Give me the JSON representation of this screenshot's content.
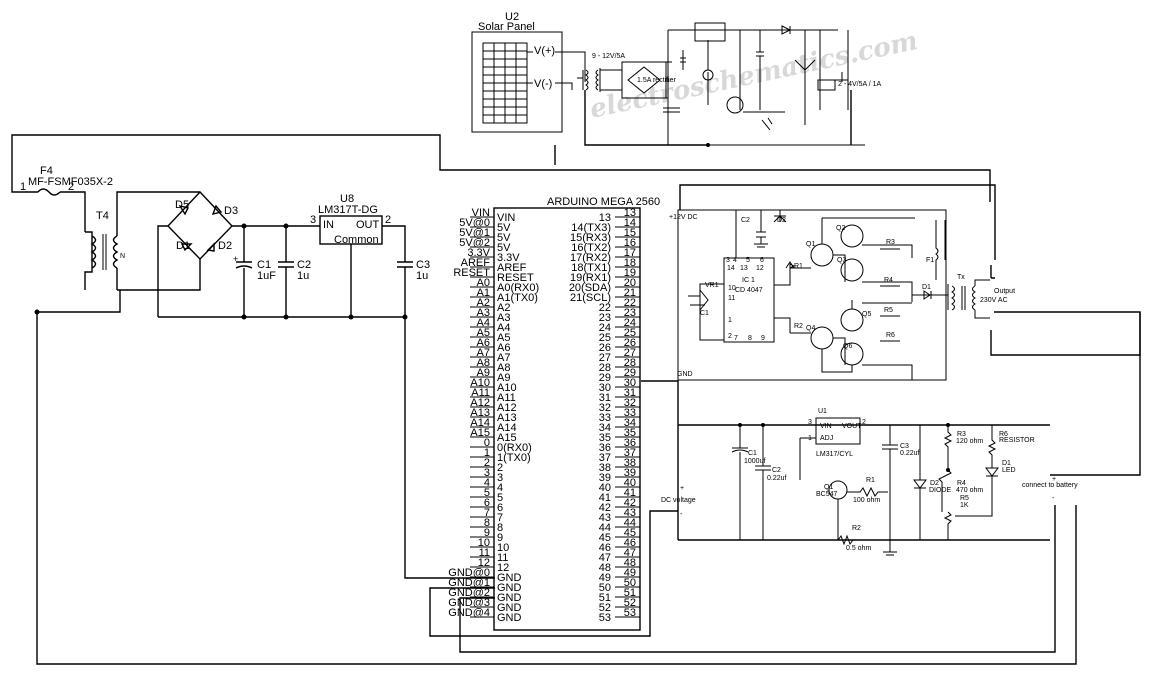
{
  "solar_panel": {
    "ref": "U2",
    "name": "Solar Panel",
    "vplus": "V(+)",
    "vminus": "V(-)"
  },
  "fuse_f4": {
    "ref": "F4",
    "part": "MF-FSMF035X-2",
    "pin1": "1",
    "pin2": "2"
  },
  "transformer_t4": {
    "ref": "T4"
  },
  "bridge": {
    "d5": "D5",
    "d3": "D3",
    "d1": "D1",
    "d2": "D2"
  },
  "regulator_u8": {
    "ref": "U8",
    "part": "LM317T-DG",
    "in": "IN",
    "out": "OUT",
    "common": "Common",
    "pin3": "3",
    "pin2": "2"
  },
  "caps_left": {
    "c1": "C1",
    "c1_val": "1uF",
    "c2": "C2",
    "c2_val": "1u",
    "c3": "C3",
    "c3_val": "1u"
  },
  "arduino": {
    "title": "ARDUINO MEGA 2560",
    "left_pins": [
      {
        "num": "VIN",
        "name": "VIN"
      },
      {
        "num": "5V@0",
        "name": "5V"
      },
      {
        "num": "5V@1",
        "name": "5V"
      },
      {
        "num": "5V@2",
        "name": "5V"
      },
      {
        "num": "3.3V",
        "name": "3.3V"
      },
      {
        "num": "AREF",
        "name": "AREF"
      },
      {
        "num": "RESET",
        "name": "RESET"
      },
      {
        "num": "A0",
        "name": "A0(RX0)"
      },
      {
        "num": "A1",
        "name": "A1(TX0)"
      },
      {
        "num": "A2",
        "name": "A2"
      },
      {
        "num": "A3",
        "name": "A3"
      },
      {
        "num": "A4",
        "name": "A4"
      },
      {
        "num": "A5",
        "name": "A5"
      },
      {
        "num": "A6",
        "name": "A6"
      },
      {
        "num": "A7",
        "name": "A7"
      },
      {
        "num": "A8",
        "name": "A8"
      },
      {
        "num": "A9",
        "name": "A9"
      },
      {
        "num": "A10",
        "name": "A10"
      },
      {
        "num": "A11",
        "name": "A11"
      },
      {
        "num": "A12",
        "name": "A12"
      },
      {
        "num": "A13",
        "name": "A13"
      },
      {
        "num": "A14",
        "name": "A14"
      },
      {
        "num": "A15",
        "name": "A15"
      },
      {
        "num": "0",
        "name": "0(RX0)"
      },
      {
        "num": "1",
        "name": "1(TX0)"
      },
      {
        "num": "2",
        "name": "2"
      },
      {
        "num": "3",
        "name": "3"
      },
      {
        "num": "4",
        "name": "4"
      },
      {
        "num": "5",
        "name": "5"
      },
      {
        "num": "6",
        "name": "6"
      },
      {
        "num": "7",
        "name": "7"
      },
      {
        "num": "8",
        "name": "8"
      },
      {
        "num": "9",
        "name": "9"
      },
      {
        "num": "10",
        "name": "10"
      },
      {
        "num": "11",
        "name": "11"
      },
      {
        "num": "12",
        "name": "12"
      },
      {
        "num": "GND@0",
        "name": "GND"
      },
      {
        "num": "GND@1",
        "name": "GND"
      },
      {
        "num": "GND@2",
        "name": "GND"
      },
      {
        "num": "GND@3",
        "name": "GND"
      },
      {
        "num": "GND@4",
        "name": "GND"
      }
    ],
    "right_pins": [
      {
        "num": "13",
        "name": "13"
      },
      {
        "num": "14",
        "name": "14(TX3)"
      },
      {
        "num": "15",
        "name": "15(RX3)"
      },
      {
        "num": "16",
        "name": "16(TX2)"
      },
      {
        "num": "17",
        "name": "17(RX2)"
      },
      {
        "num": "18",
        "name": "18(TX1)"
      },
      {
        "num": "19",
        "name": "19(RX1)"
      },
      {
        "num": "20",
        "name": "20(SDA)"
      },
      {
        "num": "21",
        "name": "21(SCL)"
      },
      {
        "num": "22",
        "name": "22"
      },
      {
        "num": "23",
        "name": "23"
      },
      {
        "num": "24",
        "name": "24"
      },
      {
        "num": "25",
        "name": "25"
      },
      {
        "num": "26",
        "name": "26"
      },
      {
        "num": "27",
        "name": "27"
      },
      {
        "num": "28",
        "name": "28"
      },
      {
        "num": "29",
        "name": "29"
      },
      {
        "num": "30",
        "name": "30"
      },
      {
        "num": "31",
        "name": "31"
      },
      {
        "num": "32",
        "name": "32"
      },
      {
        "num": "33",
        "name": "33"
      },
      {
        "num": "34",
        "name": "34"
      },
      {
        "num": "35",
        "name": "35"
      },
      {
        "num": "36",
        "name": "36"
      },
      {
        "num": "37",
        "name": "37"
      },
      {
        "num": "38",
        "name": "38"
      },
      {
        "num": "39",
        "name": "39"
      },
      {
        "num": "40",
        "name": "40"
      },
      {
        "num": "41",
        "name": "41"
      },
      {
        "num": "42",
        "name": "42"
      },
      {
        "num": "43",
        "name": "43"
      },
      {
        "num": "44",
        "name": "44"
      },
      {
        "num": "45",
        "name": "45"
      },
      {
        "num": "46",
        "name": "46"
      },
      {
        "num": "47",
        "name": "47"
      },
      {
        "num": "48",
        "name": "48"
      },
      {
        "num": "49",
        "name": "49"
      },
      {
        "num": "50",
        "name": "50"
      },
      {
        "num": "51",
        "name": "51"
      },
      {
        "num": "52",
        "name": "52"
      },
      {
        "num": "53",
        "name": "53"
      }
    ]
  },
  "inverter": {
    "supply": "+12V DC",
    "gnd": "GND",
    "ic": "IC 1",
    "ic_part": "CD 4047",
    "c2": "C2",
    "d2": "D2",
    "vr1": "VR1",
    "c1": "C1",
    "r1": "R1",
    "r2": "R2",
    "r3": "R3",
    "r4": "R4",
    "r5": "R5",
    "r6": "R6",
    "q1": "Q1",
    "q2": "Q2",
    "q3": "Q3",
    "q4": "Q4",
    "q5": "Q5",
    "q6": "Q6",
    "f1": "F1",
    "d1": "D1",
    "tx": "Tx",
    "output": "Output",
    "output_val": "230V AC",
    "pins": [
      "4",
      "5",
      "6",
      "14",
      "13",
      "12",
      "10",
      "11",
      "1",
      "2",
      "3",
      "7",
      "8",
      "9"
    ]
  },
  "charger": {
    "u1": "U1",
    "vin": "VIN",
    "vout": "VOUT",
    "adj": "ADJ",
    "part": "LM317/CYL",
    "pin3": "3",
    "pin2": "2",
    "pin1": "1",
    "c1": "C1",
    "c1_val": "1000uf",
    "c2": "C2",
    "c2_val": "0.22uf",
    "c3": "C3",
    "c3_val": "0.22uf",
    "q1": "Q1",
    "q1_val": "BC547",
    "r1": "R1",
    "r1_val": "100 ohm",
    "r2": "R2",
    "r2_val": "0.5 ohm",
    "r3": "R3",
    "r3_val": "120 ohm",
    "r4": "R4",
    "r4_val": "470 ohm",
    "r5": "R5",
    "r5_val": "1K",
    "r6": "R6",
    "r6_val": "RESISTOR",
    "d1": "D1",
    "d1_val": "LED",
    "d2": "D2",
    "d2_val": "DIODE",
    "dc_voltage": "DC voltage",
    "battery": "connect to battery",
    "plus": "+",
    "minus": "-"
  },
  "solar_charger": {
    "in_label": "9 - 12V/5A",
    "bridge": "1.5A rectifier",
    "out_label": "2 - 4V/5A / 1A",
    "watermark": "electroschematics.com"
  }
}
